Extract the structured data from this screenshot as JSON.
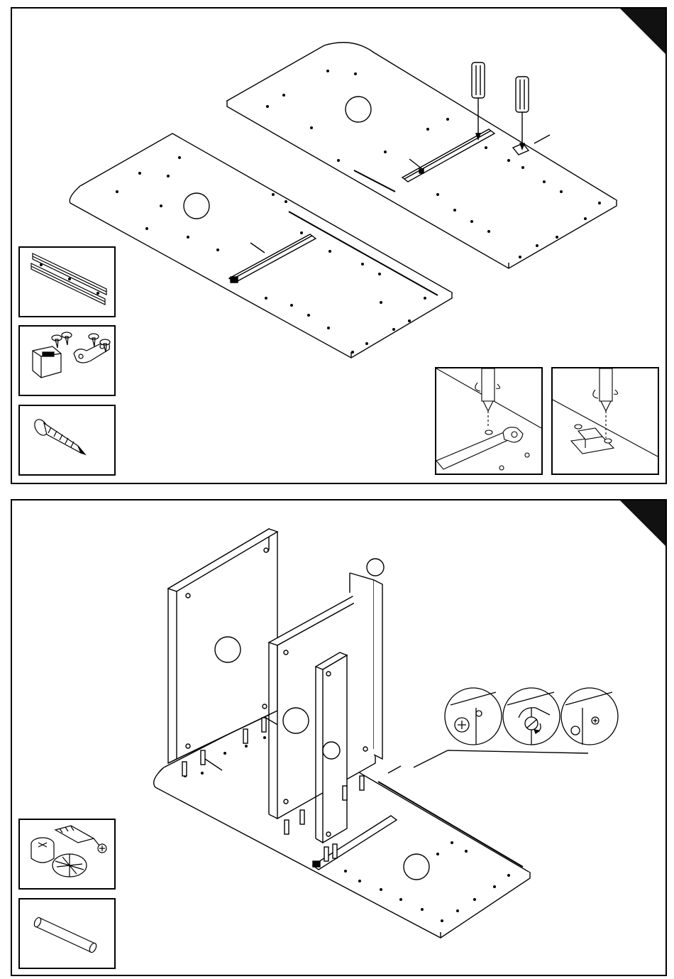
{
  "manual": {
    "steps": [
      {
        "id": "step-1",
        "parts": [
          "drawer-slide-icon",
          "cabinet-catch-with-screws-icon",
          "wood-screw-icon"
        ],
        "details": [
          "drive-screw-into-slide-detail",
          "drive-screw-into-catch-detail"
        ]
      },
      {
        "id": "step-2",
        "parts": [
          "cam-lock-fitting-icon",
          "wooden-dowel-icon"
        ],
        "details": [
          "cam-lock-turn-sequence-detail"
        ]
      }
    ],
    "colors": {
      "line": "#000000",
      "panel": "#ffffff",
      "corner_tab": "#111111",
      "shade": "#dddddd"
    }
  }
}
